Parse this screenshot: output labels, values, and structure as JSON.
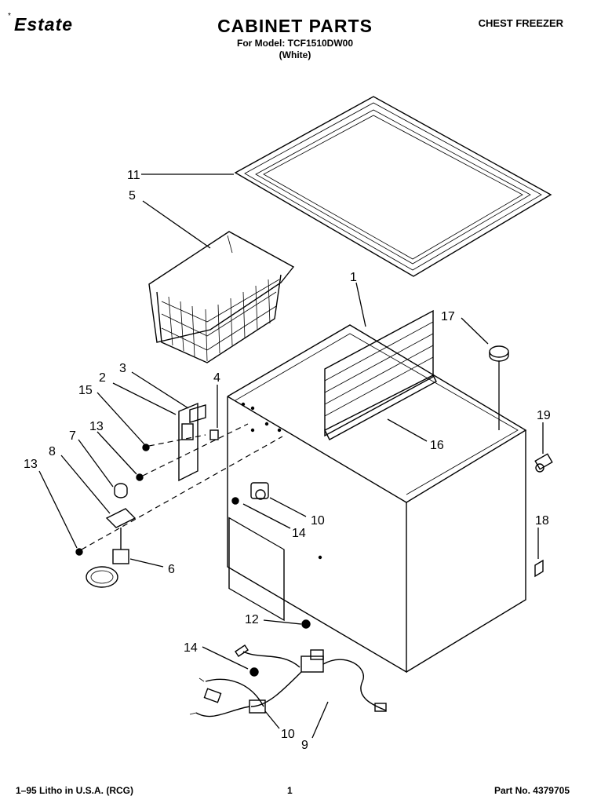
{
  "header": {
    "brand": "Estate",
    "brand_mark": "*",
    "title": "CABINET PARTS",
    "model_line": "For Model: TCF1510DW00",
    "color_line": "(White)",
    "category": "CHEST FREEZER"
  },
  "callouts": [
    "11",
    "5",
    "1",
    "17",
    "3",
    "4",
    "2",
    "15",
    "13",
    "7",
    "8",
    "13",
    "19",
    "18",
    "10",
    "14",
    "6",
    "16",
    "12",
    "14",
    "10",
    "9"
  ],
  "footer": {
    "left": "1–95 Litho in U.S.A. (RCG)",
    "page": "1",
    "part_no": "Part No. 4379705"
  }
}
